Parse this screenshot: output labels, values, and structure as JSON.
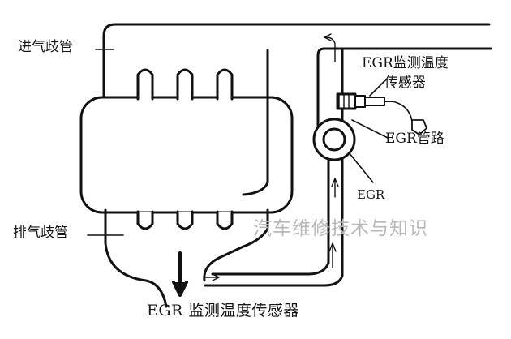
{
  "labels": {
    "intake_manifold": "进气歧管",
    "exhaust_manifold": "排气歧管",
    "sensor_line1": "EGR监测温度",
    "sensor_line2": "传感器",
    "egr_pipe": "EGR管路",
    "egr_valve": "EGR",
    "watermark": "汽车维修技术与知识",
    "caption": "EGR 监测温度传感器"
  },
  "colors": {
    "line": "#111111",
    "watermark": "#b8b8b8"
  }
}
